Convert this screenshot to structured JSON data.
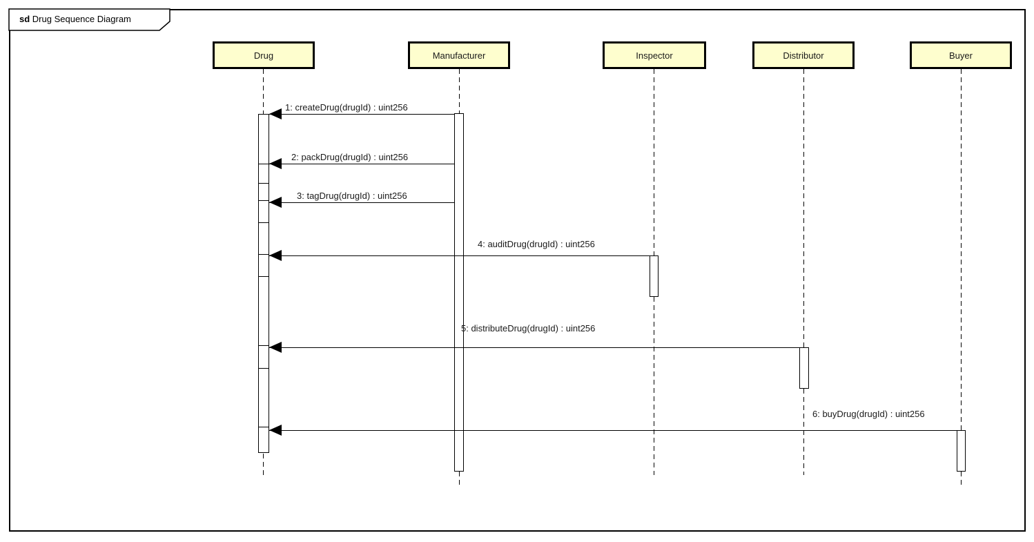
{
  "diagram": {
    "frame_keyword": "sd",
    "frame_title": "Drug Sequence Diagram",
    "type": "uml-sequence-diagram"
  },
  "lifelines": [
    {
      "name": "Drug"
    },
    {
      "name": "Manufacturer"
    },
    {
      "name": "Inspector"
    },
    {
      "name": "Distributor"
    },
    {
      "name": "Buyer"
    }
  ],
  "messages": [
    {
      "label": "1: createDrug(drugId) : uint256",
      "from": "Manufacturer",
      "to": "Drug",
      "kind": "sync-call"
    },
    {
      "label": "2: packDrug(drugId) : uint256",
      "from": "Manufacturer",
      "to": "Drug",
      "kind": "sync-call"
    },
    {
      "label": "3: tagDrug(drugId) : uint256",
      "from": "Manufacturer",
      "to": "Drug",
      "kind": "sync-call"
    },
    {
      "label": "4: auditDrug(drugId) : uint256",
      "from": "Inspector",
      "to": "Drug",
      "kind": "sync-call"
    },
    {
      "label": "5: distributeDrug(drugId) : uint256",
      "from": "Distributor",
      "to": "Drug",
      "kind": "sync-call"
    },
    {
      "label": "6: buyDrug(drugId) : uint256",
      "from": "Buyer",
      "to": "Drug",
      "kind": "sync-call"
    }
  ],
  "colors": {
    "lifeline_head_fill": "#FEFECE",
    "line": "#000000",
    "background": "#FFFFFF"
  }
}
